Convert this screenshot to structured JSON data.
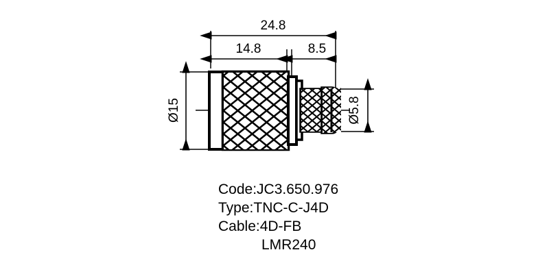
{
  "drawing": {
    "kind": "technical-drawing",
    "subject": "coaxial-rf-connector",
    "background_color": "#ffffff",
    "line_color": "#000000",
    "dimensions": {
      "overall_length": {
        "label": "24.8",
        "unit_implied": "mm",
        "span": "full"
      },
      "body_length": {
        "label": "14.8",
        "unit_implied": "mm",
        "span": "left"
      },
      "tail_length": {
        "label": "8.5",
        "unit_implied": "mm",
        "span": "right"
      },
      "body_diameter": {
        "label": "Ø15",
        "unit_implied": "mm",
        "orientation": "vertical"
      },
      "tail_diameter": {
        "label": "Ø5.8",
        "unit_implied": "mm",
        "orientation": "vertical"
      }
    }
  },
  "spec_block": {
    "lines": [
      {
        "label": "Code:JC3.650.976",
        "indent": false
      },
      {
        "label": "Type:TNC-C-J4D",
        "indent": false
      },
      {
        "label": "Cable:4D-FB",
        "indent": false
      },
      {
        "label": "LMR240",
        "indent": true
      }
    ]
  }
}
